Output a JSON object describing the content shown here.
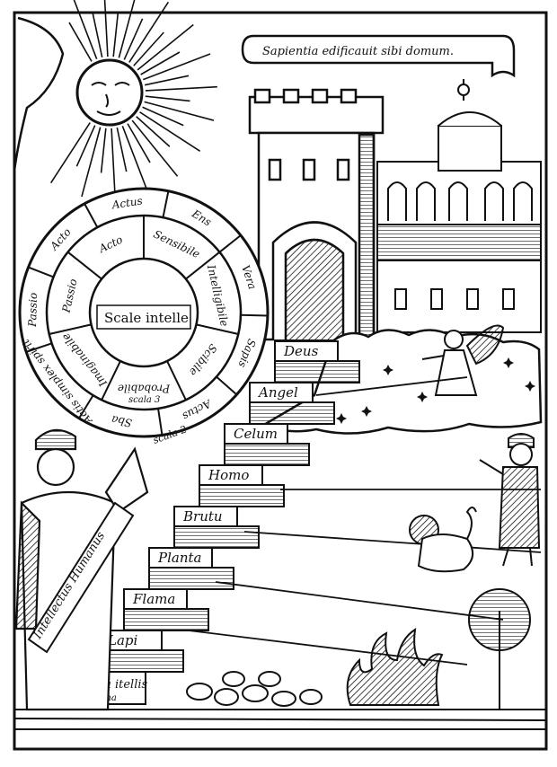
{
  "banner": {
    "text": "Sapientia edificauit sibi domum."
  },
  "wheel": {
    "center": "Scale intelle",
    "inner_ring": [
      "Sensibile",
      "Intelligibile",
      "Scibile",
      "Probabile",
      "Imaginabile",
      "Passio",
      "Acto"
    ],
    "outer_ring": [
      "Ens",
      "Vera",
      "Sapis",
      "Actus",
      "Sba",
      "Actis simplex spirit",
      "Passio",
      "Acto",
      "Actus"
    ],
    "scale_mark": "scala 3",
    "pointer_mark": "scala 2"
  },
  "ladder": {
    "steps": [
      "Deus",
      "Angel",
      "Celum",
      "Homo",
      "Brutu",
      "Planta",
      "Flama",
      "Lapi"
    ],
    "base_label": "Scala itellis",
    "base_sub": "prima"
  },
  "scroll": {
    "text": "Intellectus Humanus"
  }
}
